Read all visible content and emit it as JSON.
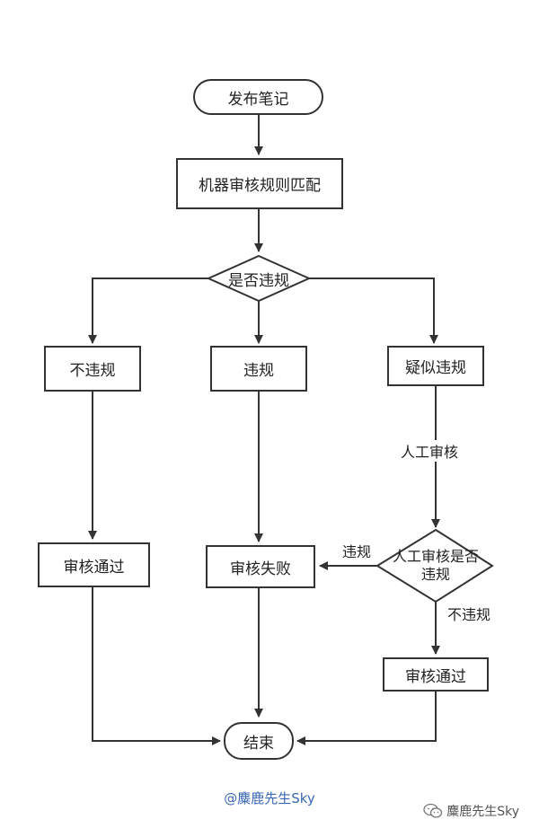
{
  "diagram": {
    "nodes": {
      "start": "发布笔记",
      "machine_review": "机器审核规则匹配",
      "decision_violation": "是否违规",
      "no_violation": "不违规",
      "violation": "违规",
      "suspected_violation": "疑似违规",
      "approved_left": "审核通过",
      "review_failed": "审核失败",
      "manual_decision": "人工审核是否违规",
      "approved_right": "审核通过",
      "end": "结束"
    },
    "edge_labels": {
      "manual_review": "人工审核",
      "yes_violation": "违规",
      "no_violation": "不违规"
    },
    "colors": {
      "stroke": "#333333",
      "watermark": "#3a67b6"
    }
  },
  "watermark": {
    "center": "@麋鹿先生Sky",
    "right": "麋鹿先生Sky",
    "right_icon": "wechat-icon"
  }
}
